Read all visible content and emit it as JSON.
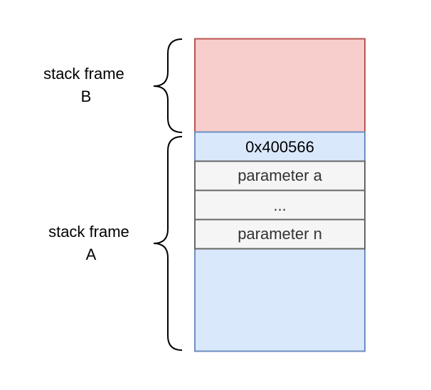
{
  "frames": [
    {
      "name_line1": "stack frame",
      "name_line2": "B"
    },
    {
      "name_line1": "stack frame",
      "name_line2": "A"
    }
  ],
  "cells": {
    "return_address": "0x400566",
    "param_first": "parameter a",
    "ellipsis": "...",
    "param_last": "parameter n"
  },
  "colors": {
    "frame_b_fill": "#f8cecc",
    "frame_b_stroke": "#b85450",
    "frame_a_fill": "#dae8fc",
    "frame_a_stroke": "#6c8ebf",
    "param_fill": "#f5f5f5",
    "param_stroke": "#666666",
    "param_text": "#333333",
    "brace": "#000000"
  }
}
